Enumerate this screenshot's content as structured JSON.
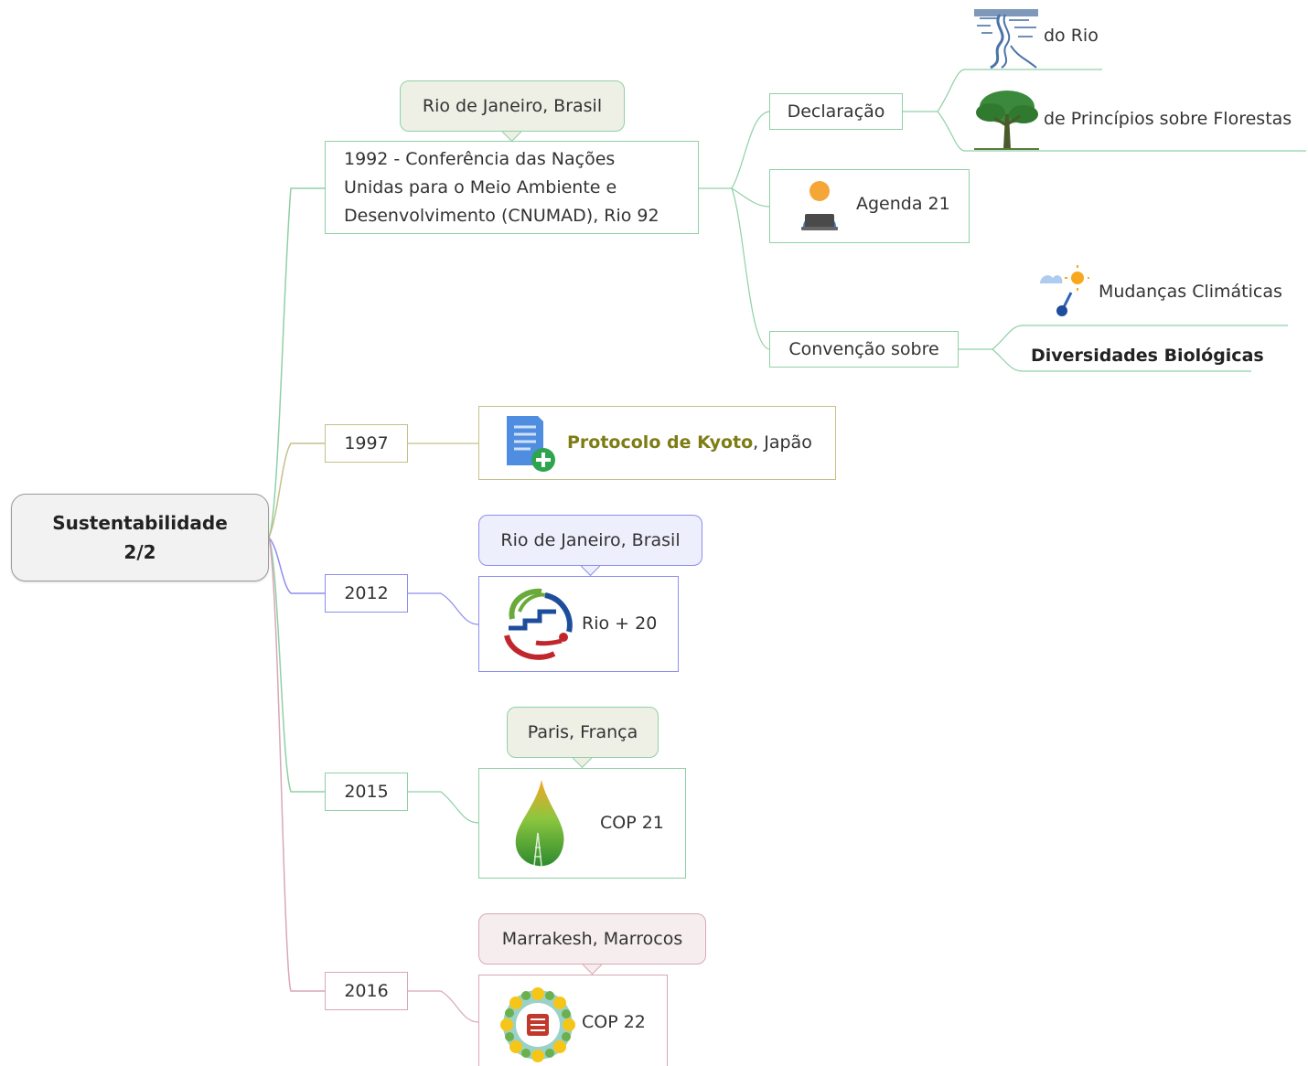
{
  "root": {
    "line1": "Sustentabilidade",
    "line2": "2/2"
  },
  "branches": {
    "b1992": {
      "location": "Rio de Janeiro, Brasil",
      "title": "1992 - Conferência das Nações Unidas para o Meio Ambiente e Desenvolvimento (CNUMAD), Rio 92",
      "declaracao": "Declaração",
      "decl_items": [
        "do Rio",
        "de Princípios sobre Florestas"
      ],
      "agenda": "Agenda 21",
      "convencao": "Convenção sobre",
      "conv_items": [
        "Mudanças Climáticas",
        "Diversidades Biológicas"
      ]
    },
    "b1997": {
      "year": "1997",
      "protocol_bold": "Protocolo de Kyoto",
      "protocol_rest": ", Japão"
    },
    "b2012": {
      "year": "2012",
      "location": "Rio de Janeiro, Brasil",
      "event": "Rio + 20"
    },
    "b2015": {
      "year": "2015",
      "location": "Paris, França",
      "event": "COP 21"
    },
    "b2016": {
      "year": "2016",
      "location": "Marrakesh, Marrocos",
      "event": "COP 22"
    }
  },
  "colors": {
    "green": "#8fd0a6",
    "olive": "#c5c08a",
    "blue": "#8d8df0",
    "pink": "#d9a7b7",
    "callout_fill": "#eef0e6",
    "callout_blue_fill": "#eeeffc",
    "callout_pink_fill": "#f6eeee"
  }
}
